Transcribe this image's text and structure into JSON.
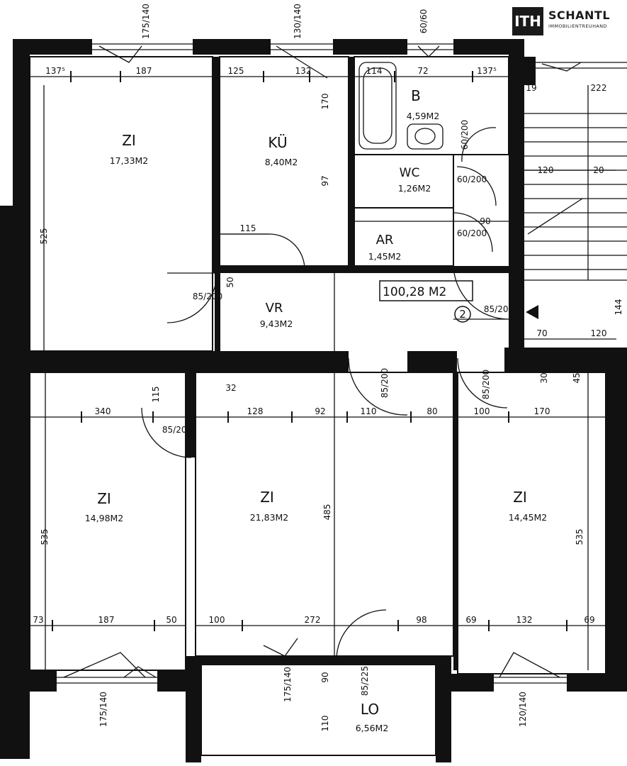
{
  "logo": {
    "mark": "ITH",
    "name": "SCHANTL",
    "subtitle": "IMMOBILIENTREUHAND"
  },
  "total_area": "100,28 M2",
  "apartment_number": "2",
  "rooms": {
    "zi_top_left": {
      "label": "ZI",
      "area": "17,33M2"
    },
    "kitchen": {
      "label": "KÜ",
      "area": "8,40M2"
    },
    "bath": {
      "label": "B",
      "area": "4,59M2"
    },
    "wc": {
      "label": "WC",
      "area": "1,26M2"
    },
    "storage": {
      "label": "AR",
      "area": "1,45M2"
    },
    "hall": {
      "label": "VR",
      "area": "9,43M2"
    },
    "zi_bottom_left": {
      "label": "ZI",
      "area": "14,98M2"
    },
    "zi_bottom_middle": {
      "label": "ZI",
      "area": "21,83M2"
    },
    "zi_bottom_right": {
      "label": "ZI",
      "area": "14,45M2"
    },
    "loggia": {
      "label": "LO",
      "area": "6,56M2"
    }
  },
  "dims": {
    "d137_5a": "137⁵",
    "d187a": "187",
    "d125": "125",
    "d132a": "132",
    "d114": "114",
    "d72": "72",
    "d137_5b": "137⁵",
    "d222": "222",
    "d19": "19",
    "d170": "170",
    "d97": "97",
    "d525a": "525",
    "d115a": "115",
    "d120a": "120",
    "d20a": "20",
    "d60_200a": "60/200",
    "d60_200b": "60/200",
    "d60_200c": "60/200",
    "d90": "90",
    "d85_200a": "85/200",
    "d85_200b": "85/200",
    "d85_200c": "85/200",
    "d85_200d": "85/200",
    "d85_200e": "85/200",
    "d50": "50",
    "d340": "340",
    "d128": "128",
    "d92": "92",
    "d110": "110",
    "d80": "80",
    "d100a": "100",
    "d170b": "170",
    "d115b": "115",
    "d32": "32",
    "d535a": "535",
    "d535b": "535",
    "d485": "485",
    "d73": "73",
    "d187b": "187",
    "d50b": "50",
    "d100b": "100",
    "d272": "272",
    "d98": "98",
    "d69a": "69",
    "d132b": "132",
    "d69b": "69",
    "d70": "70",
    "d120b": "120",
    "d144": "144",
    "d30": "30",
    "d45": "45",
    "d175_140a": "175/140",
    "d130_140": "130/140",
    "d60_60": "60/60",
    "d175_140b": "175/140",
    "d120_140": "120/140",
    "d85_225": "85/225",
    "d175_140c": "175/140",
    "d110_bot": "110",
    "d90_top": "90"
  }
}
